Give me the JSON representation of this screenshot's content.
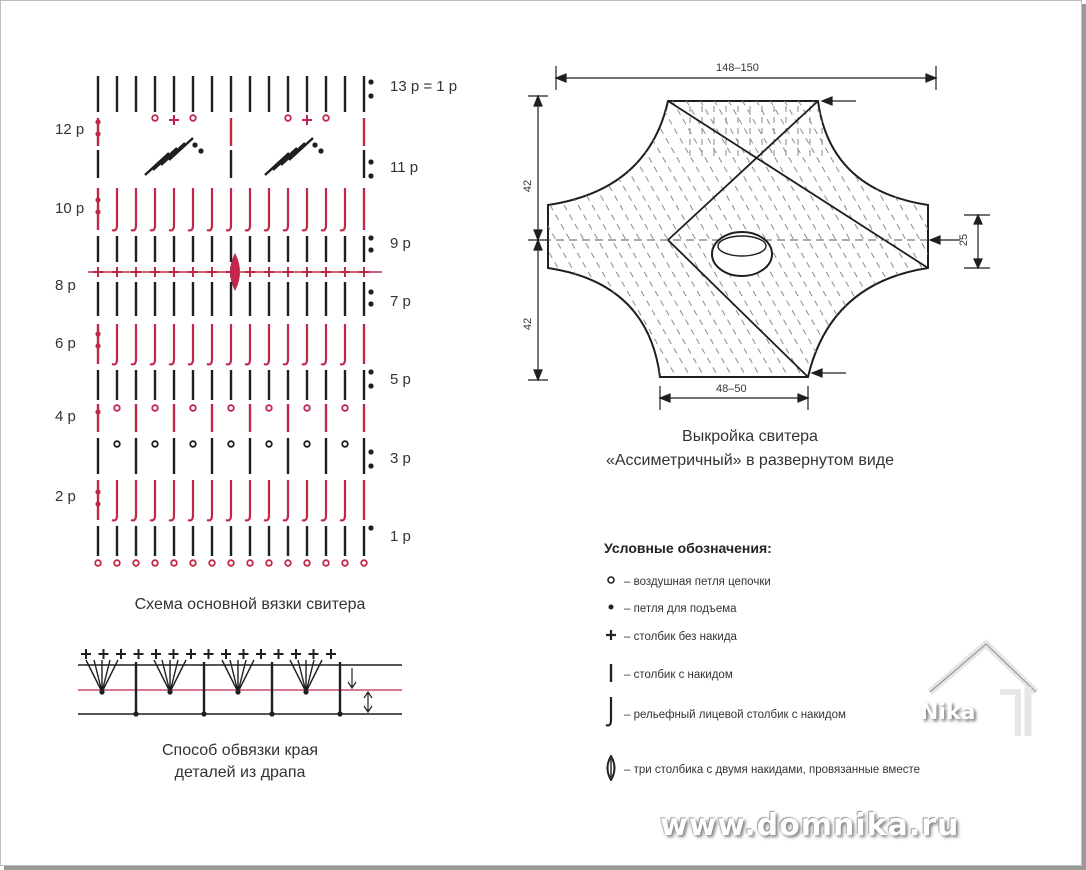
{
  "stitch_chart": {
    "row_labels_left": [
      "12 р",
      "10 р",
      "8 р",
      "6 р",
      "4 р",
      "2 р"
    ],
    "row_labels_right": [
      "13 р = 1 р",
      "11 р",
      "9 р",
      "7 р",
      "5 р",
      "3 р",
      "1 р"
    ],
    "caption": "Схема основной вязки свитера"
  },
  "edging": {
    "caption_line1": "Способ обвязки края",
    "caption_line2": "деталей из драпа"
  },
  "pattern": {
    "top_dimension": "148–150",
    "left_upper_dimension": "42",
    "left_lower_dimension": "42",
    "right_dimension": "25",
    "bottom_dimension": "48–50",
    "caption_line1": "Выкройка свитера",
    "caption_line2": "«Ассиметричный» в развернутом виде"
  },
  "legend": {
    "title": "Условные обозначения:",
    "items": [
      {
        "icon": "open-circle-icon",
        "text": "– воздушная петля цепочки"
      },
      {
        "icon": "dot-icon",
        "text": "– петля для подъема"
      },
      {
        "icon": "plus-icon",
        "text": "– столбик без накида"
      },
      {
        "icon": "vertical-bar-icon",
        "text": "– столбик с накидом"
      },
      {
        "icon": "hook-stitch-icon",
        "text": "– рельефный лицевой столбик с накидом"
      },
      {
        "icon": "leaf-icon",
        "text": "– три столбика с двумя накидами, провязанные вместе"
      }
    ]
  },
  "watermark": {
    "site": "www.domnika.ru",
    "logo": "Nika"
  },
  "colors": {
    "ink": "#1f1f1f",
    "accent": "#c0284a",
    "dash": "#8a8a8a"
  }
}
